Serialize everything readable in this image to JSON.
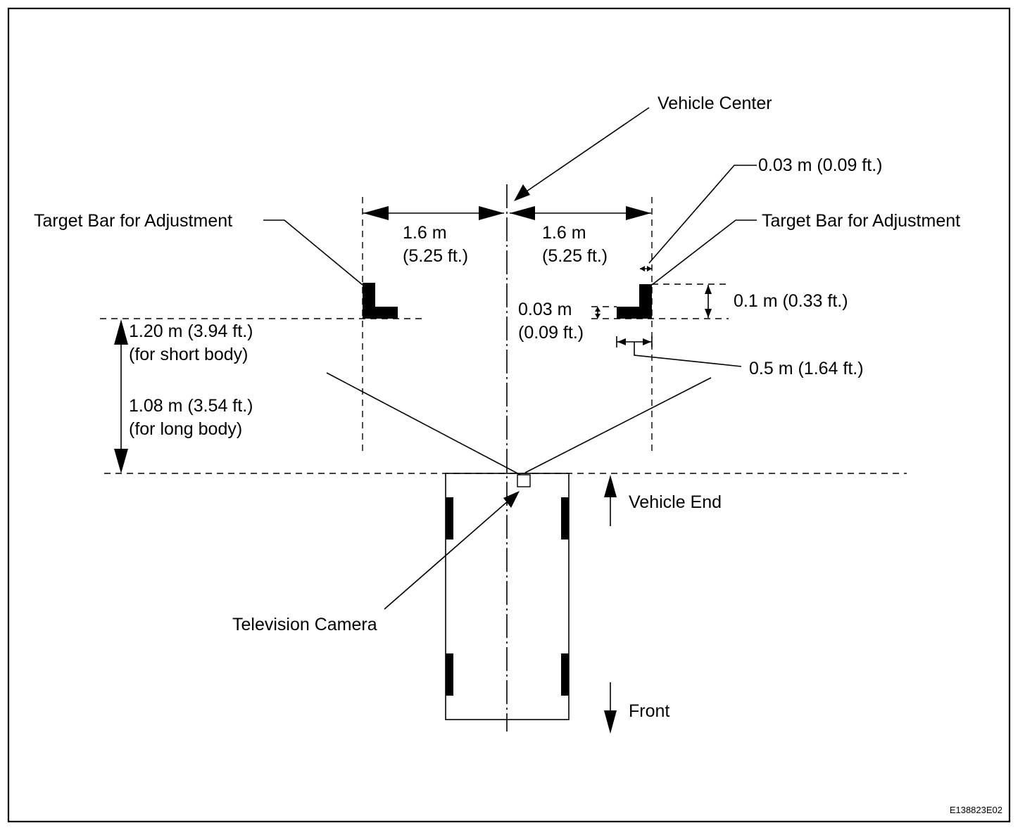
{
  "labels": {
    "vehicle_center": "Vehicle Center",
    "target_bar_left": "Target Bar for Adjustment",
    "target_bar_right": "Target Bar for Adjustment",
    "dist_left_m": "1.6 m",
    "dist_left_ft": "(5.25 ft.)",
    "dist_right_m": "1.6 m",
    "dist_right_ft": "(5.25 ft.)",
    "bar_thickness_top": "0.03 m (0.09 ft.)",
    "bar_height": "0.1 m (0.33 ft.)",
    "bar_thickness_side_m": "0.03 m",
    "bar_thickness_side_ft": "(0.09 ft.)",
    "bar_length": "0.5 m (1.64 ft.)",
    "short_body_dist": "1.20 m (3.94 ft.)",
    "short_body_note": "(for short body)",
    "long_body_dist": "1.08 m (3.54 ft.)",
    "long_body_note": "(for long body)",
    "vehicle_end": "Vehicle End",
    "television_camera": "Television Camera",
    "front": "Front",
    "figure_code": "E138823E02"
  }
}
